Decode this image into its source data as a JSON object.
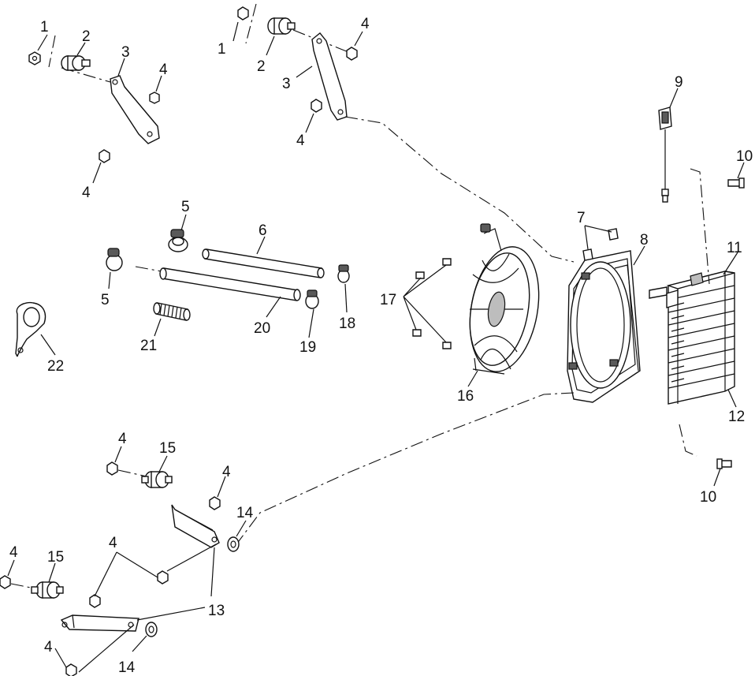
{
  "diagram": {
    "labels": {
      "l1a": "1",
      "l2a": "2",
      "l3a": "3",
      "l4a": "4",
      "l4b": "4",
      "l1b": "1",
      "l2b": "2",
      "l3b": "3",
      "l4c": "4",
      "l4d": "4",
      "l5a": "5",
      "l5b": "5",
      "l6": "6",
      "l7": "7",
      "l8": "8",
      "l9": "9",
      "l10a": "10",
      "l10b": "10",
      "l11": "11",
      "l12": "12",
      "l13": "13",
      "l14a": "14",
      "l14b": "14",
      "l15a": "15",
      "l15b": "15",
      "l16": "16",
      "l17": "17",
      "l18": "18",
      "l19": "19",
      "l20": "20",
      "l21": "21",
      "l22": "22",
      "l4e": "4",
      "l4f": "4",
      "l4g": "4",
      "l4h": "4",
      "l4i": "4"
    }
  }
}
